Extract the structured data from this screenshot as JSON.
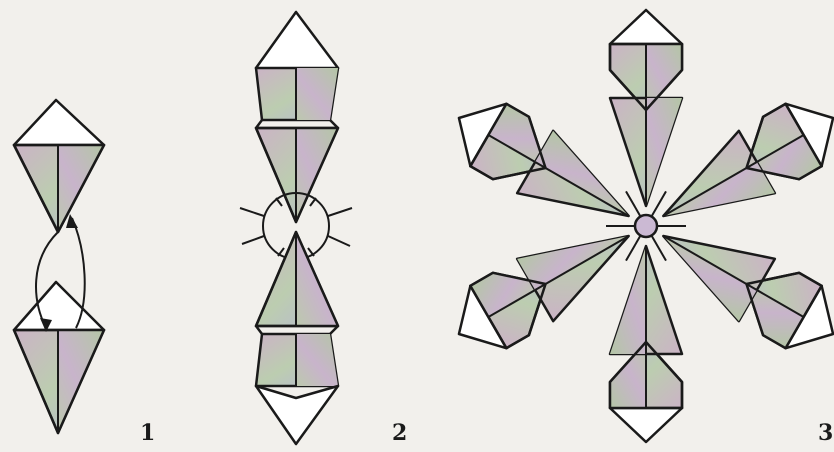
{
  "steps": [
    {
      "label": "1"
    },
    {
      "label": "2"
    },
    {
      "label": "3"
    }
  ],
  "colors": {
    "paper": "#f2f0ec",
    "ink": "#1a1a1a",
    "tint_a": "#c9b2c4",
    "tint_b": "#b8c9a9",
    "tint_c": "#b7b7d6"
  }
}
